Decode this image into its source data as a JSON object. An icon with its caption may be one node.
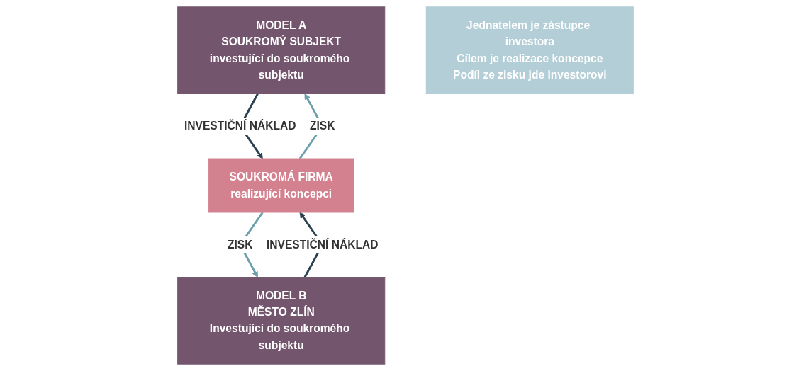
{
  "diagram": {
    "nodes": [
      {
        "text": [
          "MODEL A",
          "SOUKROMÝ SUBJEKT",
          "investující do soukromého subjektu"
        ]
      },
      {
        "text": [
          "MODEL B",
          "MĚSTO ZLÍN",
          "Investující do soukromého subjektu"
        ]
      },
      {
        "text": [
          "SOUKROMÁ FIRMA",
          "realizující koncepci"
        ]
      },
      {
        "text": [
          "Jednatelem je zástupce investora",
          "Cílem je realizace koncepce",
          "Podíl ze zisku jde investorovi"
        ]
      }
    ],
    "edges": [
      {
        "from": 0,
        "to": 2,
        "arrow": "to",
        "label": "INVESTIČNÍ NÁKLAD",
        "color": "#2b4150"
      },
      {
        "from": 1,
        "to": 2,
        "arrow": "to",
        "label": "INVESTIČNÍ NÁKLAD",
        "color": "#2b4150"
      },
      {
        "from": 2,
        "to": 0,
        "arrow": "to",
        "label": "ZISK",
        "color": "#6a9fab"
      },
      {
        "from": 2,
        "to": 1,
        "arrow": "to",
        "label": "ZISK",
        "color": "#6a9fab"
      }
    ]
  }
}
